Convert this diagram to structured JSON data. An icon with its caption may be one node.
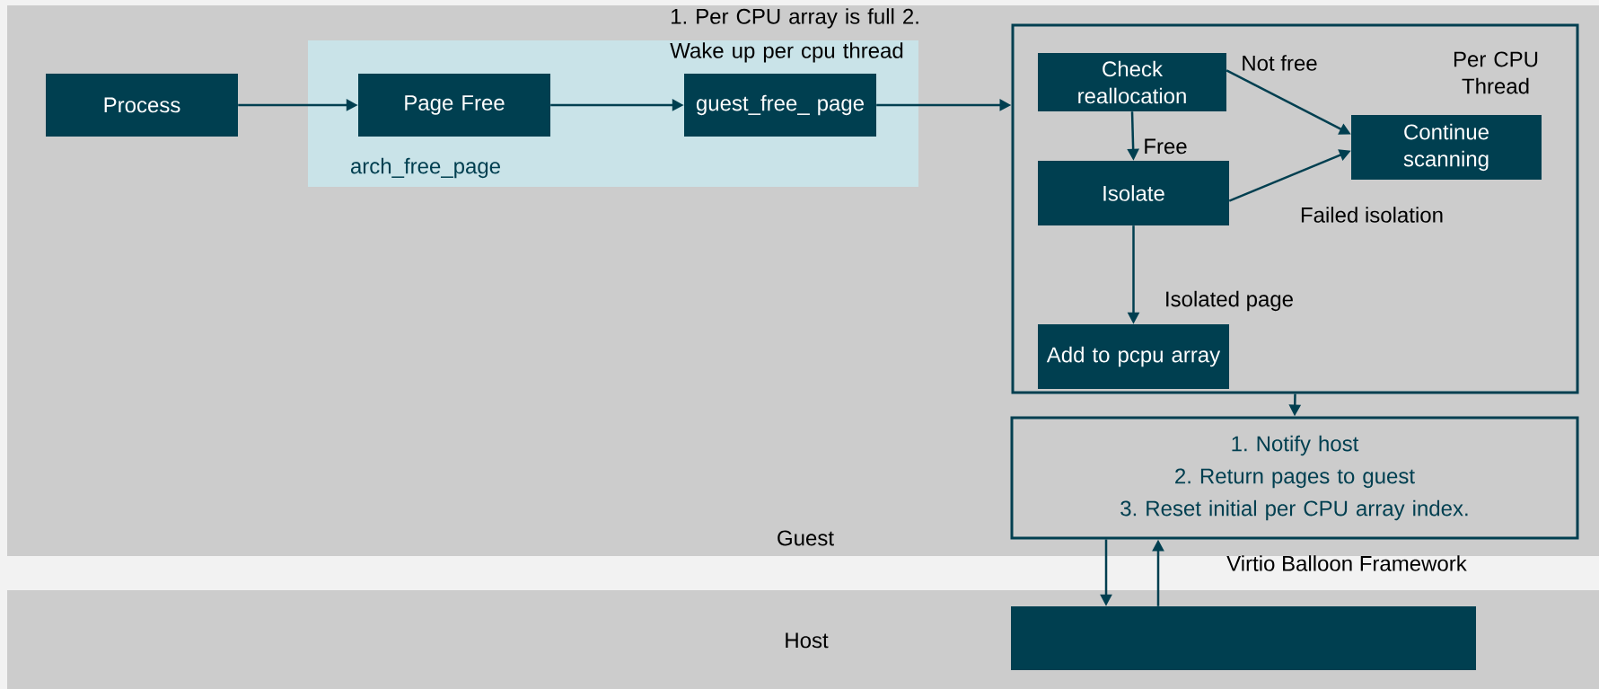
{
  "diagram": {
    "nodes": [
      {
        "text": [
          "Guest"
        ]
      },
      {
        "text": [
          "Process"
        ],
        "in": 0
      },
      {
        "text": [
          "arch_free_page"
        ],
        "in": 0
      },
      {
        "text": [
          "Page Free"
        ],
        "in": 2
      },
      {
        "text": [
          "guest_free_ page"
        ],
        "in": 2
      },
      {
        "text": [
          "Per CPU Thread"
        ],
        "in": 0
      },
      {
        "text": [
          "Check reallocation"
        ],
        "in": 5
      },
      {
        "text": [
          "Continue scanning"
        ],
        "in": 5
      },
      {
        "text": [
          "Isolate"
        ],
        "in": 5
      },
      {
        "text": [
          "Add to pcpu array"
        ],
        "in": 5
      },
      {
        "text": [
          "1. Notify host",
          "2. Return pages to guest",
          "3. Reset initial per CPU array index."
        ],
        "in": 0
      },
      {
        "text": [
          "Host"
        ]
      },
      {
        "text": [],
        "shape": "box",
        "in": 11
      }
    ],
    "edges": [
      {
        "from": 1,
        "to": 3,
        "arrow": "to"
      },
      {
        "from": 3,
        "to": 4,
        "arrow": "to"
      },
      {
        "from": 4,
        "to": 5,
        "arrow": "to",
        "label": "1. Per CPU array is full 2. Wake up per cpu thread"
      },
      {
        "from": 6,
        "to": 7,
        "arrow": "to",
        "label": "Not free"
      },
      {
        "from": 6,
        "to": 8,
        "arrow": "to",
        "label": "Free"
      },
      {
        "from": 8,
        "to": 7,
        "arrow": "to",
        "label": "Failed isolation"
      },
      {
        "from": 8,
        "to": 9,
        "arrow": "to",
        "label": "Isolated page"
      },
      {
        "from": 5,
        "to": 10,
        "arrow": "to"
      },
      {
        "from": 10,
        "to": 12,
        "arrow": "to"
      },
      {
        "from": 12,
        "to": 10,
        "arrow": "to",
        "label": "Virtio Balloon Framework"
      }
    ]
  }
}
